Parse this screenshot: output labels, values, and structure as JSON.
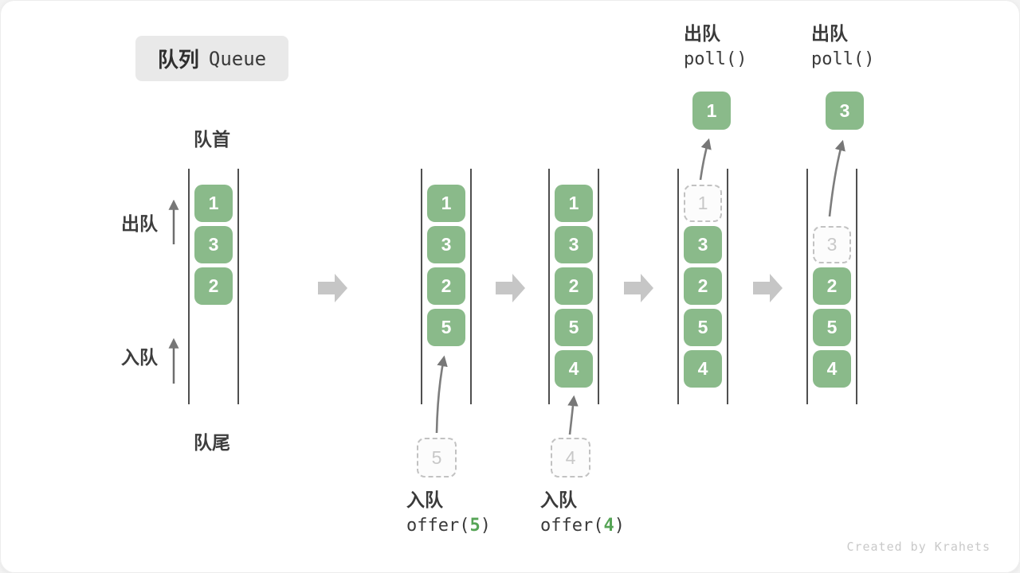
{
  "title": {
    "zh": "队列",
    "en": "Queue"
  },
  "labels": {
    "front": "队首",
    "rear": "队尾",
    "dequeue": "出队",
    "enqueue": "入队"
  },
  "queues": [
    {
      "cells": [
        {
          "value": "1",
          "style": "solid"
        },
        {
          "value": "3",
          "style": "solid"
        },
        {
          "value": "2",
          "style": "solid"
        }
      ]
    },
    {
      "cells": [
        {
          "value": "1",
          "style": "solid"
        },
        {
          "value": "3",
          "style": "solid"
        },
        {
          "value": "2",
          "style": "solid"
        },
        {
          "value": "5",
          "style": "solid"
        }
      ]
    },
    {
      "cells": [
        {
          "value": "1",
          "style": "solid"
        },
        {
          "value": "3",
          "style": "solid"
        },
        {
          "value": "2",
          "style": "solid"
        },
        {
          "value": "5",
          "style": "solid"
        },
        {
          "value": "4",
          "style": "solid"
        }
      ]
    },
    {
      "cells": [
        {
          "value": "1",
          "style": "dashed"
        },
        {
          "value": "3",
          "style": "solid"
        },
        {
          "value": "2",
          "style": "solid"
        },
        {
          "value": "5",
          "style": "solid"
        },
        {
          "value": "4",
          "style": "solid"
        }
      ]
    },
    {
      "cells": [
        {
          "value": "3",
          "style": "dashed"
        },
        {
          "value": "2",
          "style": "solid"
        },
        {
          "value": "5",
          "style": "solid"
        },
        {
          "value": "4",
          "style": "solid"
        }
      ]
    }
  ],
  "floating": [
    {
      "value": "5",
      "style": "dashed",
      "role": "element-being-enqueued"
    },
    {
      "value": "4",
      "style": "dashed",
      "role": "element-being-enqueued"
    },
    {
      "value": "1",
      "style": "solid",
      "role": "element-polled-out"
    },
    {
      "value": "3",
      "style": "solid",
      "role": "element-polled-out"
    }
  ],
  "operations": [
    {
      "label": "入队",
      "code_pre": "offer(",
      "arg": "5",
      "code_post": ")"
    },
    {
      "label": "入队",
      "code_pre": "offer(",
      "arg": "4",
      "code_post": ")"
    },
    {
      "label": "出队",
      "code_pre": "poll()",
      "arg": "",
      "code_post": ""
    },
    {
      "label": "出队",
      "code_pre": "poll()",
      "arg": "",
      "code_post": ""
    }
  ],
  "watermark": "Created by Krahets",
  "colors": {
    "box_green": "#8aba8a",
    "box_text": "#ffffff",
    "dashed_border": "#c2c2c2",
    "dashed_text": "#c8c8c8",
    "wall": "#4f4f4f",
    "thin_arrow": "#777777",
    "block_arrow": "#c6c6c6",
    "text_dark": "#3a3a3a",
    "green_accent": "#56a456",
    "title_bg": "#e9e9e9",
    "watermark": "#c9c9c9"
  }
}
